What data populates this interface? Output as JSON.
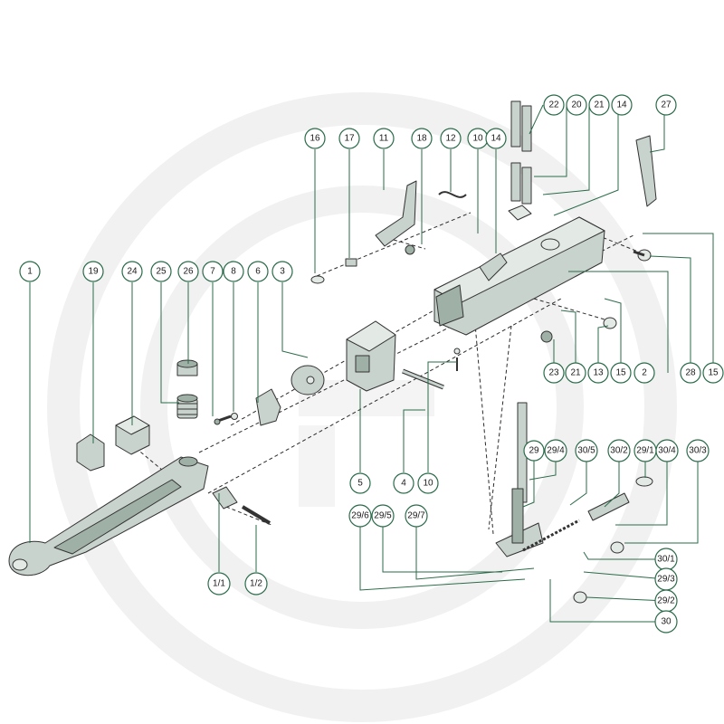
{
  "callouts": [
    {
      "id": "c1",
      "label": "1"
    },
    {
      "id": "c19",
      "label": "19"
    },
    {
      "id": "c24",
      "label": "24"
    },
    {
      "id": "c25",
      "label": "25"
    },
    {
      "id": "c26",
      "label": "26"
    },
    {
      "id": "c7",
      "label": "7"
    },
    {
      "id": "c8",
      "label": "8"
    },
    {
      "id": "c6",
      "label": "6"
    },
    {
      "id": "c3",
      "label": "3"
    },
    {
      "id": "c16",
      "label": "16"
    },
    {
      "id": "c17",
      "label": "17"
    },
    {
      "id": "c11",
      "label": "11"
    },
    {
      "id": "c18",
      "label": "18"
    },
    {
      "id": "c12",
      "label": "12"
    },
    {
      "id": "c10a",
      "label": "10"
    },
    {
      "id": "c14a",
      "label": "14"
    },
    {
      "id": "c22",
      "label": "22"
    },
    {
      "id": "c20",
      "label": "20"
    },
    {
      "id": "c21a",
      "label": "21"
    },
    {
      "id": "c14b",
      "label": "14"
    },
    {
      "id": "c27",
      "label": "27"
    },
    {
      "id": "c23",
      "label": "23"
    },
    {
      "id": "c21b",
      "label": "21"
    },
    {
      "id": "c13",
      "label": "13"
    },
    {
      "id": "c15a",
      "label": "15"
    },
    {
      "id": "c2",
      "label": "2"
    },
    {
      "id": "c28",
      "label": "28"
    },
    {
      "id": "c15b",
      "label": "15"
    },
    {
      "id": "c5",
      "label": "5"
    },
    {
      "id": "c4",
      "label": "4"
    },
    {
      "id": "c10b",
      "label": "10"
    },
    {
      "id": "c11_1",
      "label": "1/1"
    },
    {
      "id": "c1_2",
      "label": "1/2"
    },
    {
      "id": "c29",
      "label": "29"
    },
    {
      "id": "c29_4",
      "label": "29/4"
    },
    {
      "id": "c30_5",
      "label": "30/5"
    },
    {
      "id": "c30_2",
      "label": "30/2"
    },
    {
      "id": "c29_1",
      "label": "29/1"
    },
    {
      "id": "c30_4",
      "label": "30/4"
    },
    {
      "id": "c30_3",
      "label": "30/3"
    },
    {
      "id": "c29_6",
      "label": "29/6"
    },
    {
      "id": "c29_5",
      "label": "29/5"
    },
    {
      "id": "c29_7",
      "label": "29/7"
    },
    {
      "id": "c30_1",
      "label": "30/1"
    },
    {
      "id": "c29_3",
      "label": "29/3"
    },
    {
      "id": "c29_2",
      "label": "29/2"
    },
    {
      "id": "c30",
      "label": "30"
    }
  ]
}
